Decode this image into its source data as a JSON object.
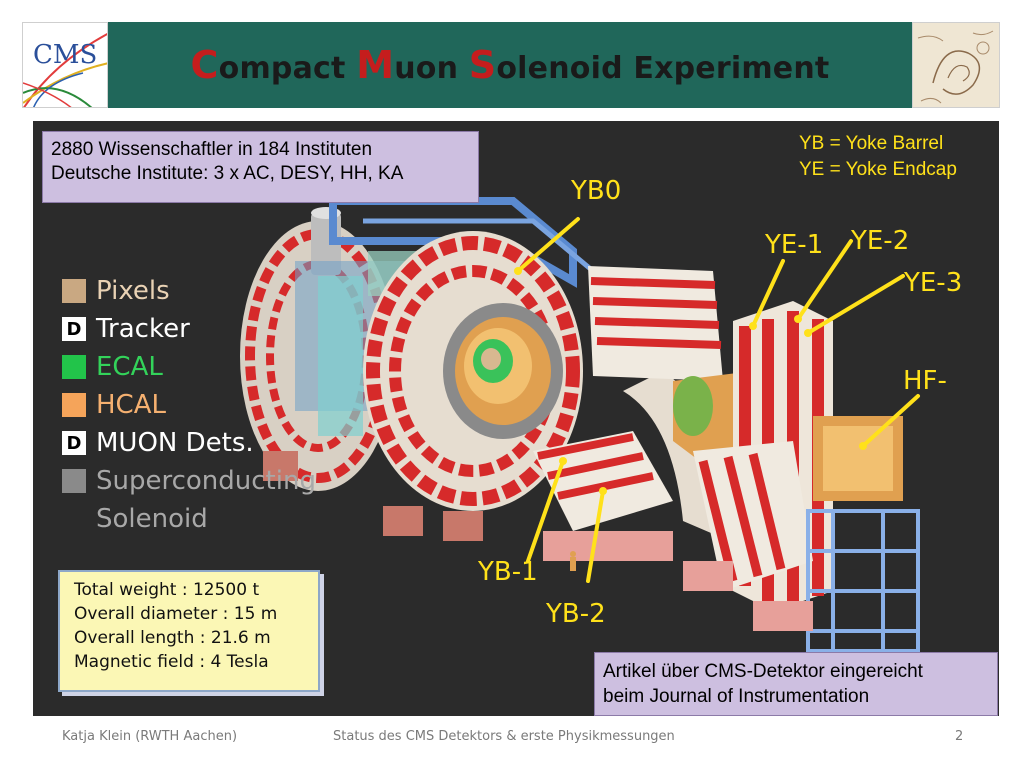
{
  "header": {
    "title_parts": [
      {
        "cap": "C",
        "rest": "ompact "
      },
      {
        "cap": "M",
        "rest": "uon "
      },
      {
        "cap": "S",
        "rest": "olenoid Experiment"
      }
    ],
    "logo_text": "CMS",
    "colors": {
      "bar": "#20675a",
      "caps": "#c51d1d"
    }
  },
  "info_box": {
    "lines": [
      "2880 Wissenschaftler in 184 Instituten",
      "Deutsche Institute: 3 x AC, DESY, HH, KA"
    ]
  },
  "yoke_legend": {
    "lines": [
      "YB = Yoke Barrel",
      "YE = Yoke Endcap"
    ]
  },
  "labels": {
    "yb0": "YB0",
    "ye1": "YE-1",
    "ye2": "YE-2",
    "ye3": "YE-3",
    "hf": "HF-",
    "yb1": "YB-1",
    "yb2": "YB-2"
  },
  "legend": [
    {
      "text": "Pixels",
      "swatch": "#c9a882",
      "text_color": "#e9d2b4",
      "mark": ""
    },
    {
      "text": "Tracker",
      "swatch": "#ffffff",
      "text_color": "#ffffff",
      "mark": "D"
    },
    {
      "text": "ECAL",
      "swatch": "#22c44a",
      "text_color": "#33d35a",
      "mark": ""
    },
    {
      "text": "HCAL",
      "swatch": "#f5a45a",
      "text_color": "#f5b070",
      "mark": ""
    },
    {
      "text": "MUON Dets.",
      "swatch": "#ffffff",
      "text_color": "#ffffff",
      "mark": "D"
    },
    {
      "text": "Superconducting",
      "swatch": "#8a8a8a",
      "text_color": "#a8a8a8",
      "mark": ""
    },
    {
      "text": "Solenoid",
      "swatch": "",
      "text_color": "#a8a8a8",
      "mark": ""
    }
  ],
  "specs": {
    "lines": [
      "Total weight : 12500 t",
      "Overall diameter : 15 m",
      "Overall length : 21.6 m",
      "Magnetic ﬁeld : 4 Tesla"
    ]
  },
  "article_box": {
    "lines": [
      "Artikel über CMS-Detektor eingereicht",
      "beim Journal of Instrumentation"
    ]
  },
  "footer": {
    "author": "Katja Klein (RWTH Aachen)",
    "talk": "Status des CMS Detektors & erste Physikmessungen",
    "page": "2"
  }
}
